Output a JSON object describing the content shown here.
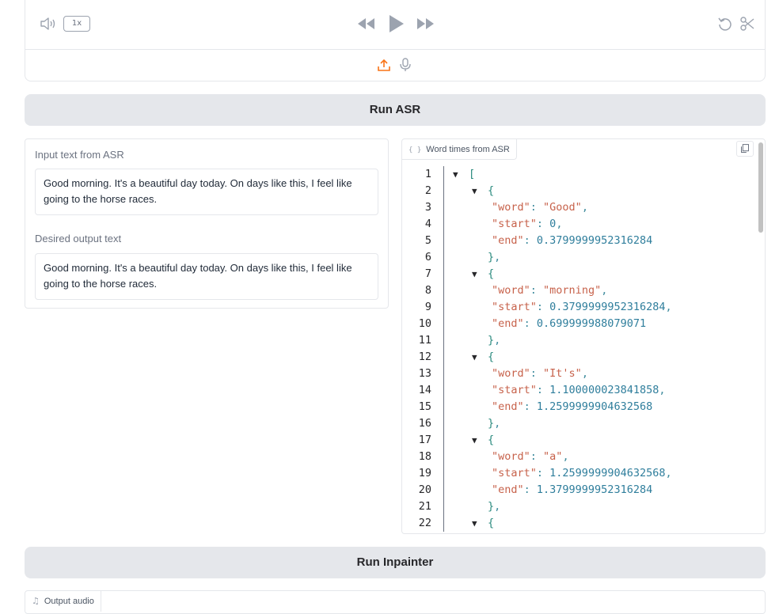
{
  "audio_player": {
    "speed": "1x"
  },
  "buttons": {
    "run_asr": "Run ASR",
    "run_inpainter": "Run Inpainter"
  },
  "input_text": {
    "label": "Input text from ASR",
    "value": "Good morning. It's a beautiful day today. On days like this, I feel like going to the horse races."
  },
  "desired_text": {
    "label": "Desired output text",
    "value": "Good morning. It's a beautiful day today. On days like this, I feel like going to the horse races."
  },
  "word_times": {
    "label": "Word times from ASR",
    "icon": "braces-icon",
    "entries": [
      {
        "word": "Good",
        "start": "0",
        "end": "0.3799999952316284"
      },
      {
        "word": "morning",
        "start": "0.3799999952316284",
        "end": "0.699999988079071"
      },
      {
        "word": "It's",
        "start": "1.100000023841858",
        "end": "1.2599999904632568"
      },
      {
        "word": "a",
        "start": "1.2599999904632568",
        "end": "1.3799999952316284"
      }
    ]
  },
  "output_audio": {
    "label": "Output audio"
  },
  "colors": {
    "button_bg": "#e5e7eb",
    "upload_accent": "#f97316",
    "json_key": "#c7624b",
    "json_number": "#2f7e9c"
  }
}
